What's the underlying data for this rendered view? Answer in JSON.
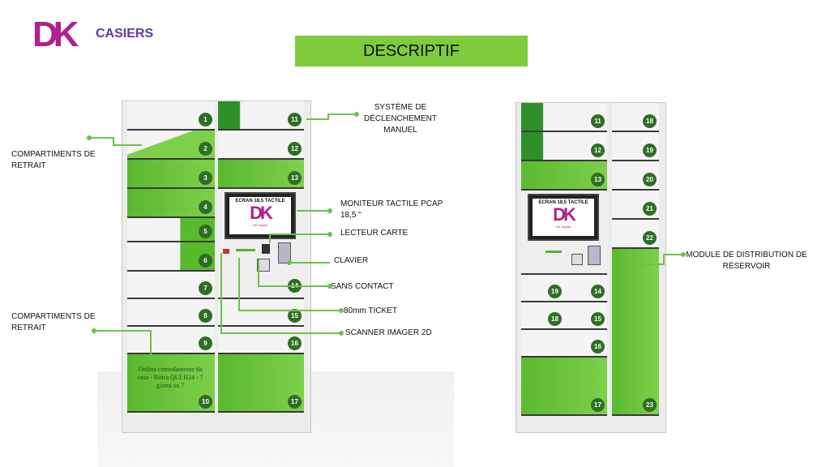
{
  "brand": {
    "logo_letters": "DK",
    "name": "CASIERS"
  },
  "header": {
    "title": "DESCRIPTIF"
  },
  "annotations": {
    "left_top": "COMPARTIMENTS DE RETRAIT",
    "left_bottom": "COMPARTIMENTS DE RETRAIT",
    "release": "SYSTÈME DE DÉCLENCHEMENT MANUEL",
    "monitor": "MONITEUR TACTILE PCAP 18,5 \"",
    "card_reader": "LECTEUR CARTE",
    "keypad": "CLAVIER",
    "contactless": "SANS CONTACT",
    "ticket": "80mm TICKET",
    "scanner": "SCANNER IMAGER 2D",
    "module": "MODULE DE DISTRIBUTION DE RÉSERVOIR"
  },
  "screen": {
    "title": "ECRAN 18,5 TACTILE",
    "logo": "DK",
    "sub": "DK Digital"
  },
  "ad_text": "Ordina comodamente da casa - Ritira QUI H24 - 7 giorni su 7",
  "locker_numbers_left": [
    "1",
    "2",
    "3",
    "4",
    "5",
    "6",
    "7",
    "8",
    "9",
    "10"
  ],
  "locker_numbers_center": [
    "11",
    "12",
    "13",
    "14",
    "15",
    "16",
    "17"
  ],
  "locker_numbers_right_a": [
    "11",
    "12",
    "13",
    "19",
    "14",
    "18",
    "15",
    "16",
    "17"
  ],
  "locker_numbers_right_b": [
    "18",
    "19",
    "20",
    "21",
    "22",
    "23"
  ],
  "colors": {
    "accent": "#7ecb3d",
    "brand": "#b0208f",
    "text": "#5e3aa8"
  }
}
